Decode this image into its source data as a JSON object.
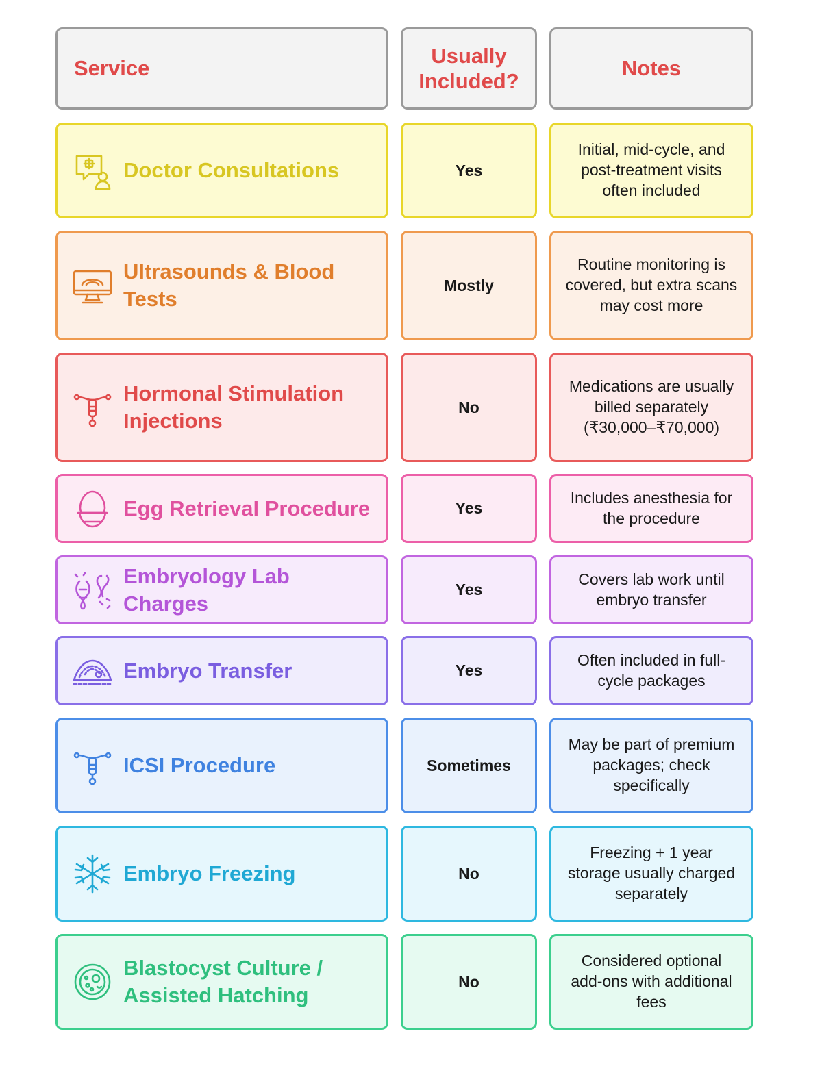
{
  "header": {
    "service": "Service",
    "included": "Usually Included?",
    "notes": "Notes"
  },
  "rows": [
    {
      "service": "Doctor Consultations",
      "included": "Yes",
      "notes": "Initial, mid-cycle, and post-treatment visits often included",
      "icon": "doctor-consultation-icon",
      "border": "#e8d62a",
      "bg": "#fdfbd2",
      "text": "#d8c622"
    },
    {
      "service": "Ultrasounds & Blood Tests",
      "included": "Mostly",
      "notes": "Routine monitoring is covered, but extra scans may cost more",
      "icon": "ultrasound-monitor-icon",
      "border": "#ef9a4e",
      "bg": "#fdf0e6",
      "text": "#e07e2c"
    },
    {
      "service": "Hormonal Stimulation Injections",
      "included": "No",
      "notes": "Medications are usually billed separately (₹30,000–₹70,000)",
      "icon": "uterus-icon",
      "border": "#e85a5a",
      "bg": "#fdeaea",
      "text": "#e04a4a"
    },
    {
      "service": "Egg Retrieval Procedure",
      "included": "Yes",
      "notes": "Includes anesthesia for the procedure",
      "icon": "egg-icon",
      "border": "#ec5fa8",
      "bg": "#fdebf5",
      "text": "#e0509e"
    },
    {
      "service": "Embryology Lab Charges",
      "included": "Yes",
      "notes": "Covers lab work until embryo transfer",
      "icon": "cells-icon",
      "border": "#c165e0",
      "bg": "#f7ebfc",
      "text": "#b455d8"
    },
    {
      "service": "Embryo Transfer",
      "included": "Yes",
      "notes": "Often included in full-cycle packages",
      "icon": "ultrasound-scan-icon",
      "border": "#8a6fe8",
      "bg": "#f0edfd",
      "text": "#7a5ee0"
    },
    {
      "service": "ICSI Procedure",
      "included": "Sometimes",
      "notes": "May be part of premium packages; check specifically",
      "icon": "uterus-icon",
      "border": "#4c8ee8",
      "bg": "#e9f2fd",
      "text": "#3f82e0"
    },
    {
      "service": "Embryo Freezing",
      "included": "No",
      "notes": "Freezing + 1 year storage usually charged separately",
      "icon": "snowflake-icon",
      "border": "#2eb8e0",
      "bg": "#e6f7fd",
      "text": "#1fa8d4"
    },
    {
      "service": "Blastocyst Culture / Assisted Hatching",
      "included": "No",
      "notes": "Considered optional add-ons with additional fees",
      "icon": "blastocyst-icon",
      "border": "#3ccf8e",
      "bg": "#e6faf1",
      "text": "#2fbf7e"
    }
  ]
}
